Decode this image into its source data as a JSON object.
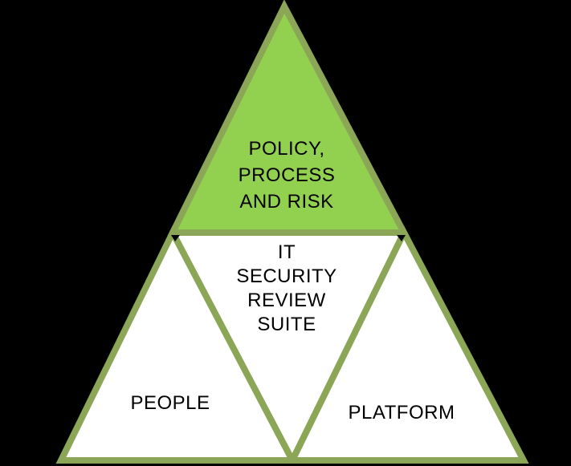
{
  "colors": {
    "background": "#000000",
    "border": "#8BA656",
    "top_section_fill": "#92D050",
    "section_fill": "#FFFFFF",
    "label_text": "#000000"
  },
  "pyramid": {
    "top_section": {
      "label": "POLICY,\nPROCESS\nAND RISK"
    },
    "center_section": {
      "label": "IT\nSECURITY\nREVIEW\nSUITE"
    },
    "bottom_left_section": {
      "label": "PEOPLE"
    },
    "bottom_right_section": {
      "label": "PLATFORM"
    }
  }
}
